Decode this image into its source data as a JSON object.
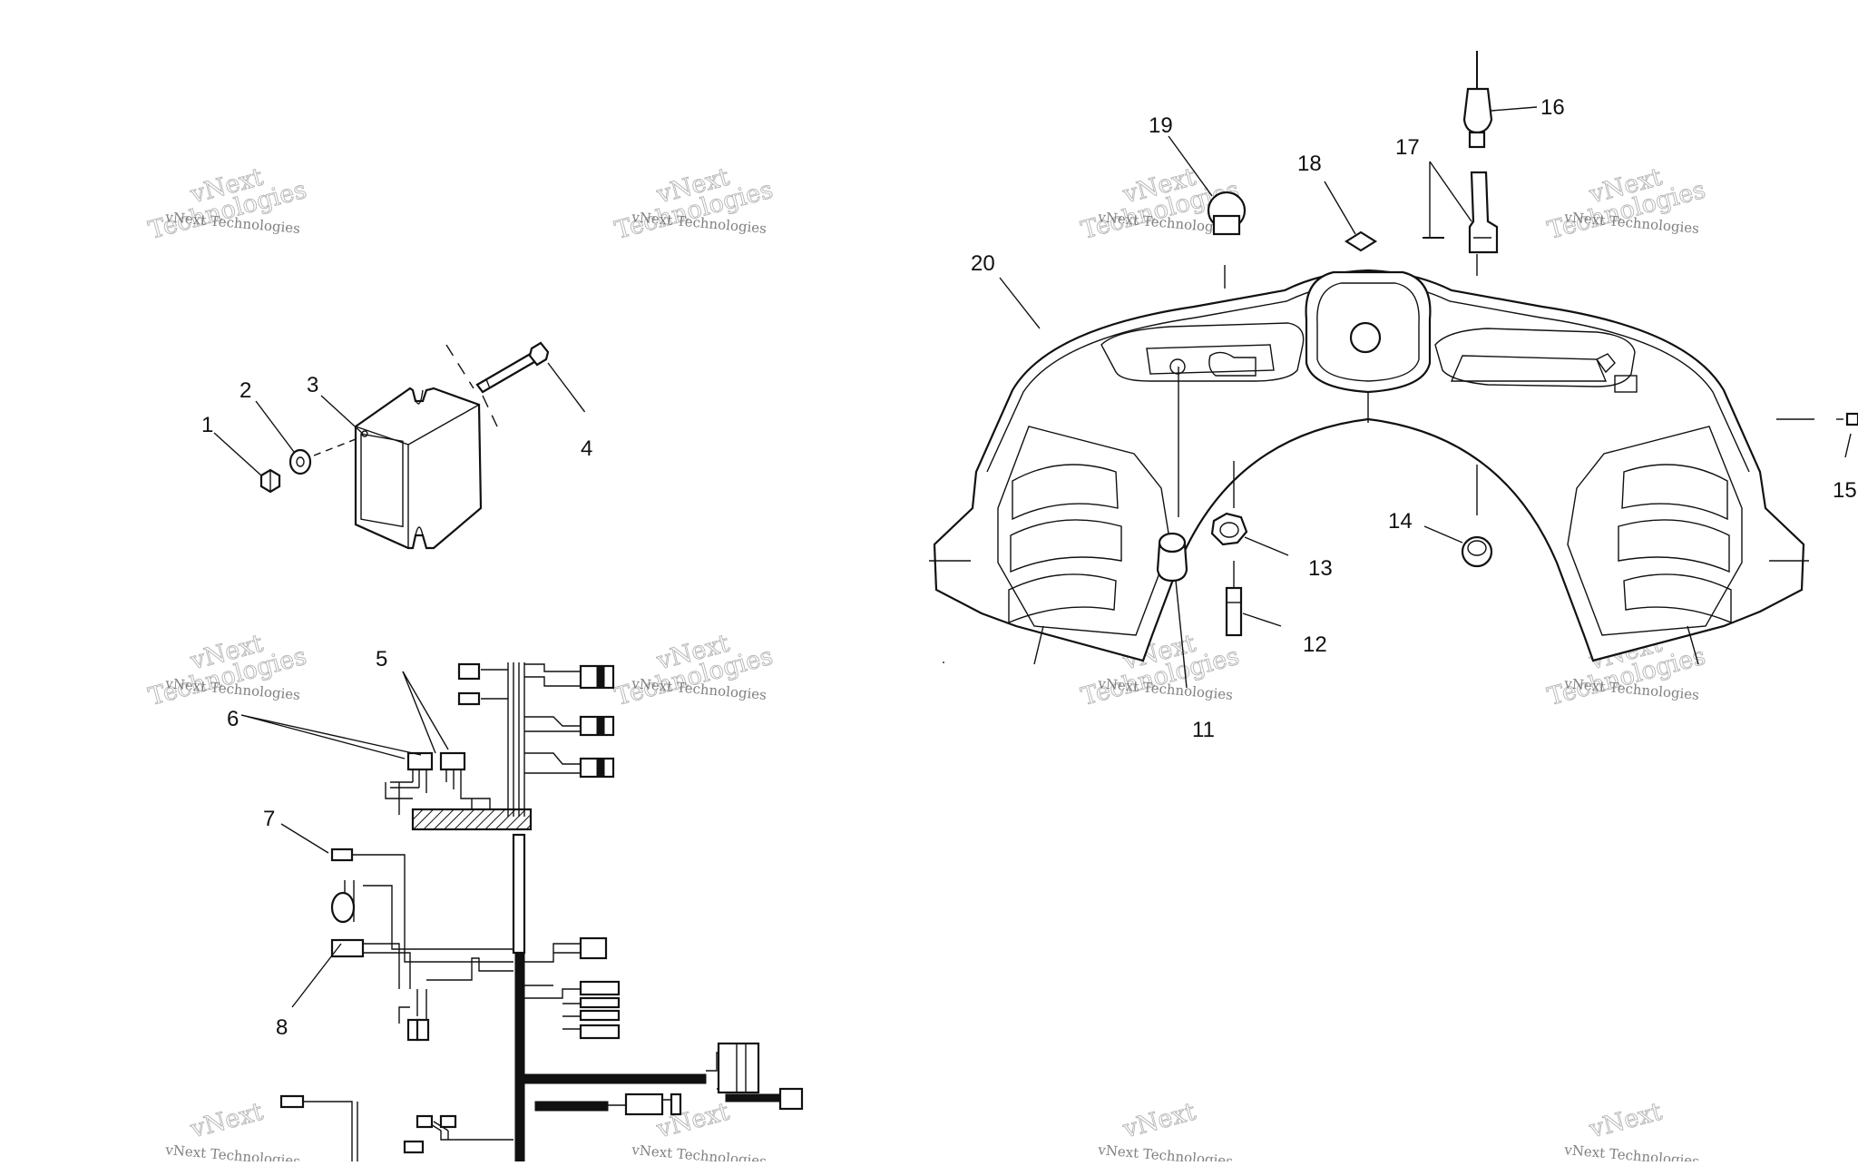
{
  "callouts": {
    "c1": "1",
    "c2": "2",
    "c3": "3",
    "c4": "4",
    "c5": "5",
    "c6": "6",
    "c7": "7",
    "c8": "8",
    "c11": "11",
    "c12": "12",
    "c13": "13",
    "c14": "14",
    "c15": "15",
    "c16": "16",
    "c17": "17",
    "c18": "18",
    "c19": "19",
    "c20": "20"
  },
  "watermark": {
    "line1": "vNext Technologies",
    "line2": "Technologies",
    "line3": "vNext"
  }
}
